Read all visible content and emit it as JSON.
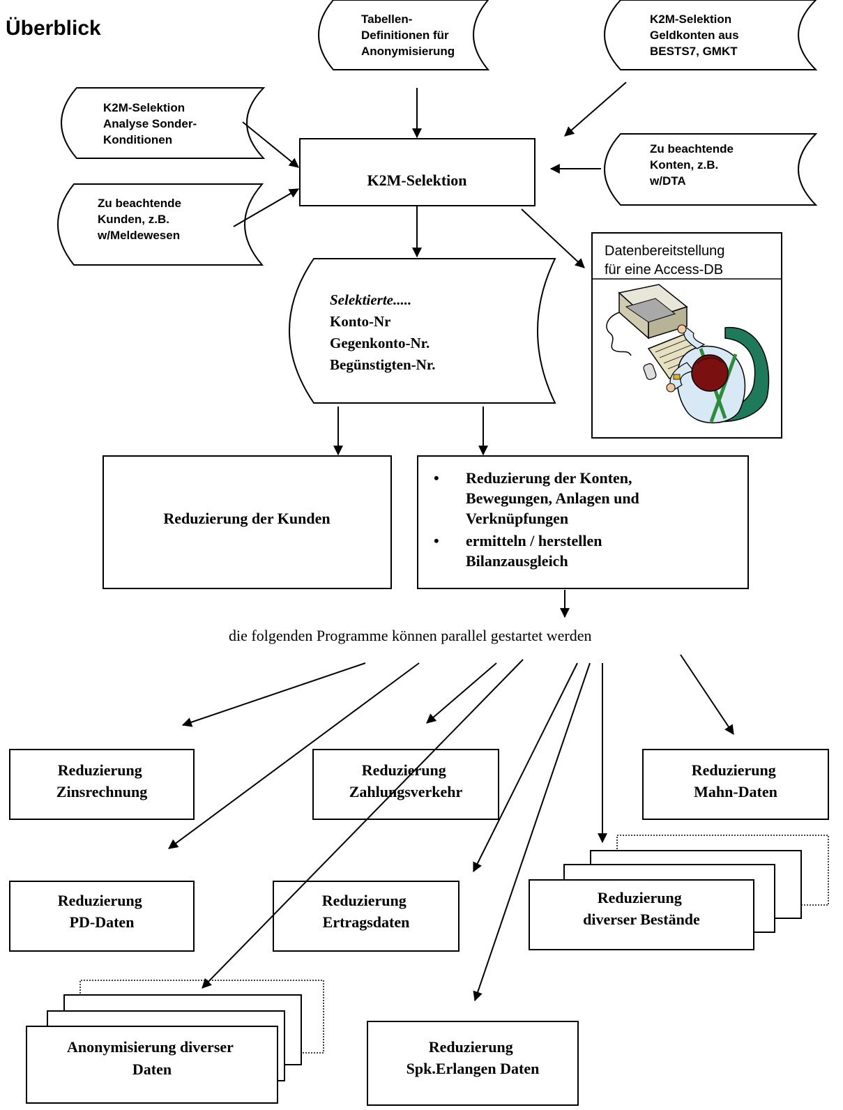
{
  "title": "Überblick",
  "inputs": {
    "tabellen": [
      "Tabellen-",
      "Definitionen für",
      "Anonymisierung"
    ],
    "geldkonten": [
      "K2M-Selektion",
      "Geldkonten aus",
      "BESTS7, GMKT"
    ],
    "sonder": [
      "K2M-Selektion",
      "Analyse Sonder-",
      "Konditionen"
    ],
    "konten": [
      "Zu beachtende",
      "Konten, z.B.",
      "w/DTA"
    ],
    "kunden": [
      "Zu beachtende",
      "Kunden, z.B.",
      "w/Meldewesen"
    ]
  },
  "selection": {
    "label": "K2M-Selektion"
  },
  "selected": {
    "heading": "Selektierte.....",
    "lines": [
      "Konto-Nr",
      "Gegenkonto-Nr.",
      "Begünstigten-Nr."
    ]
  },
  "access": {
    "lines": [
      "Datenbereitstellung",
      "für eine Access-DB"
    ]
  },
  "kunden_reduction": {
    "label": "Reduzierung der Kunden"
  },
  "konten_reduction": {
    "bullet1": [
      "Reduzierung der Konten,",
      "Bewegungen, Anlagen und",
      "Verknüpfungen"
    ],
    "bullet2": [
      "ermitteln / herstellen",
      "Bilanzausgleich"
    ]
  },
  "parallel_note": "die folgenden Programme können parallel gestartet werden",
  "outputs": {
    "zins": [
      "Reduzierung",
      "Zinsrechnung"
    ],
    "zahlung": [
      "Reduzierung",
      "Zahlungsverkehr"
    ],
    "mahn": [
      "Reduzierung",
      "Mahn-Daten"
    ],
    "pd": [
      "Reduzierung",
      "PD-Daten"
    ],
    "ertrag": [
      "Reduzierung",
      "Ertragsdaten"
    ],
    "bestaende": [
      "Reduzierung",
      "diverser Bestände"
    ],
    "anonym": [
      "Anonymisierung diverser",
      "Daten"
    ],
    "spk": [
      "Reduzierung",
      "Spk.Erlangen Daten"
    ]
  },
  "icons": [
    "computer-user-clipart-icon"
  ]
}
